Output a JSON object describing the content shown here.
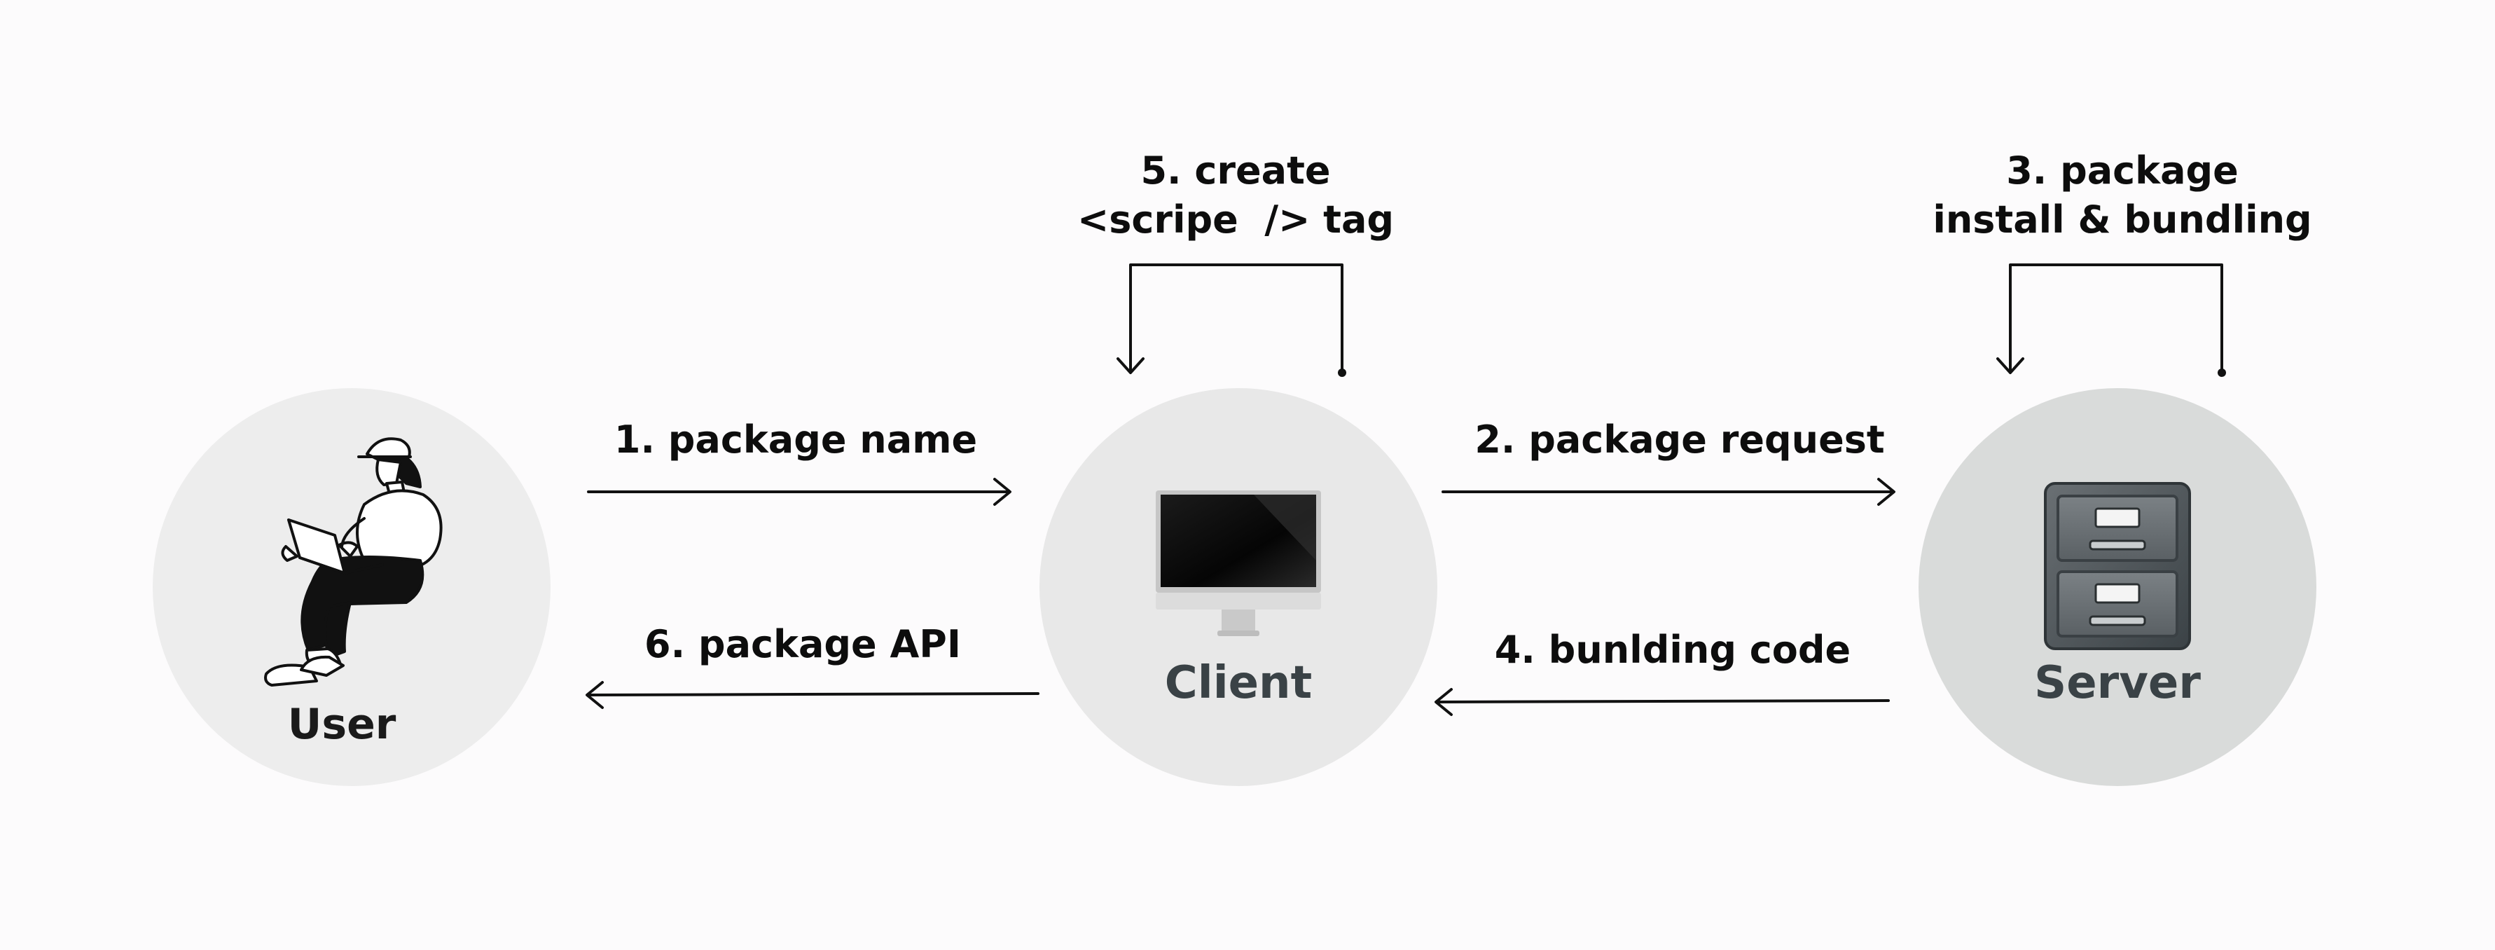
{
  "colors": {
    "background": "#fcfbfc",
    "user_circle": "#ededed",
    "client_circle": "#e8e8e8",
    "server_circle": "#d9dbda",
    "arrow": "#111111",
    "label_text": "#0d0d0d",
    "node_label_user": "#1a1a1a",
    "node_label_dark": "#3a4246"
  },
  "nodes": {
    "user": {
      "label": "User",
      "icon": "person-with-laptop-icon"
    },
    "client": {
      "label": "Client",
      "icon": "monitor-icon"
    },
    "server": {
      "label": "Server",
      "icon": "filing-cabinet-icon"
    }
  },
  "edges": {
    "step1": {
      "label": "1. package name",
      "from": "User",
      "to": "Client"
    },
    "step2": {
      "label": "2. package request",
      "from": "Client",
      "to": "Server"
    },
    "step3": {
      "line1": "3. package",
      "line2": "install & bundling",
      "from": "Server",
      "to": "Server"
    },
    "step4": {
      "label": "4. bunlding code",
      "from": "Server",
      "to": "Client"
    },
    "step5": {
      "line1": "5. create",
      "line2": "<scripe  /> tag",
      "from": "Client",
      "to": "Client"
    },
    "step6": {
      "label": "6. package API",
      "from": "Client",
      "to": "User"
    }
  }
}
